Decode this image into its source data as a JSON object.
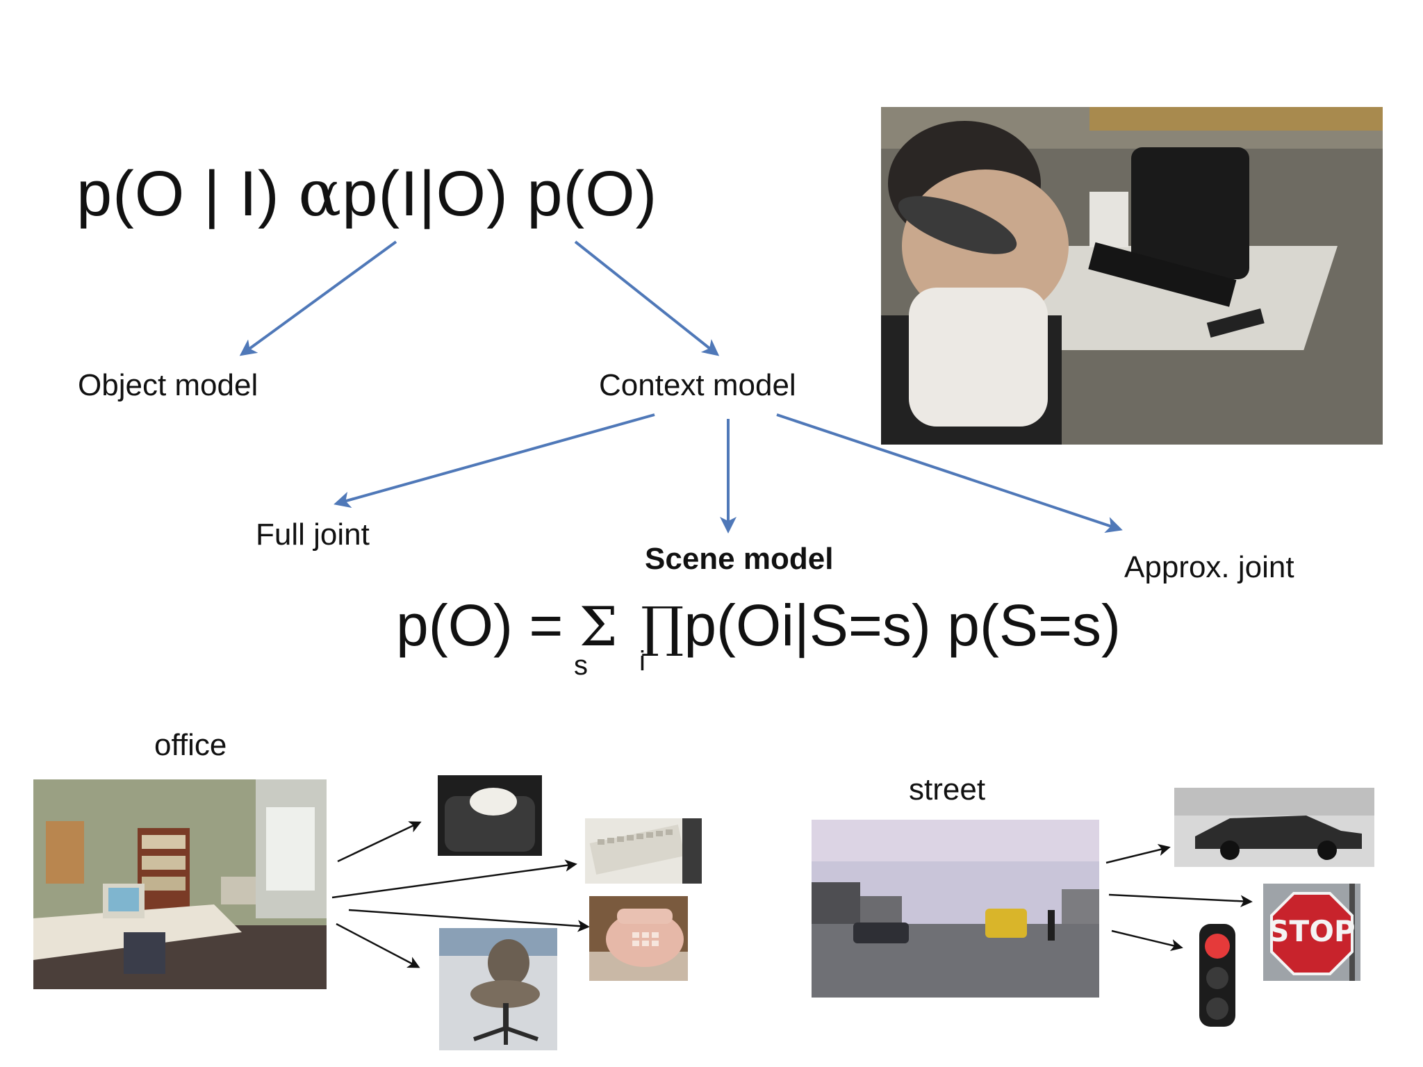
{
  "formula_top": {
    "p_o_given_i": "p(O | I)",
    "alpha": "α",
    "rest": "p(I|O) p(O)"
  },
  "labels": {
    "object_model": "Object model",
    "context_model": "Context model",
    "full_joint": "Full joint",
    "scene_model": "Scene model",
    "approx_joint": "Approx. joint"
  },
  "formula_bottom": {
    "lhs": "p(O) =",
    "sum": "Σ",
    "prod": "∏",
    "rhs": "p(Oi|S=s) p(S=s)",
    "sum_sub": "s",
    "prod_sub": "i"
  },
  "scenes": {
    "office": "office",
    "street": "street"
  },
  "stop_sign": "STOP",
  "colors": {
    "arrow_blue": "#4f78b8",
    "arrow_black": "#111111",
    "stop_red": "#c8232c"
  }
}
